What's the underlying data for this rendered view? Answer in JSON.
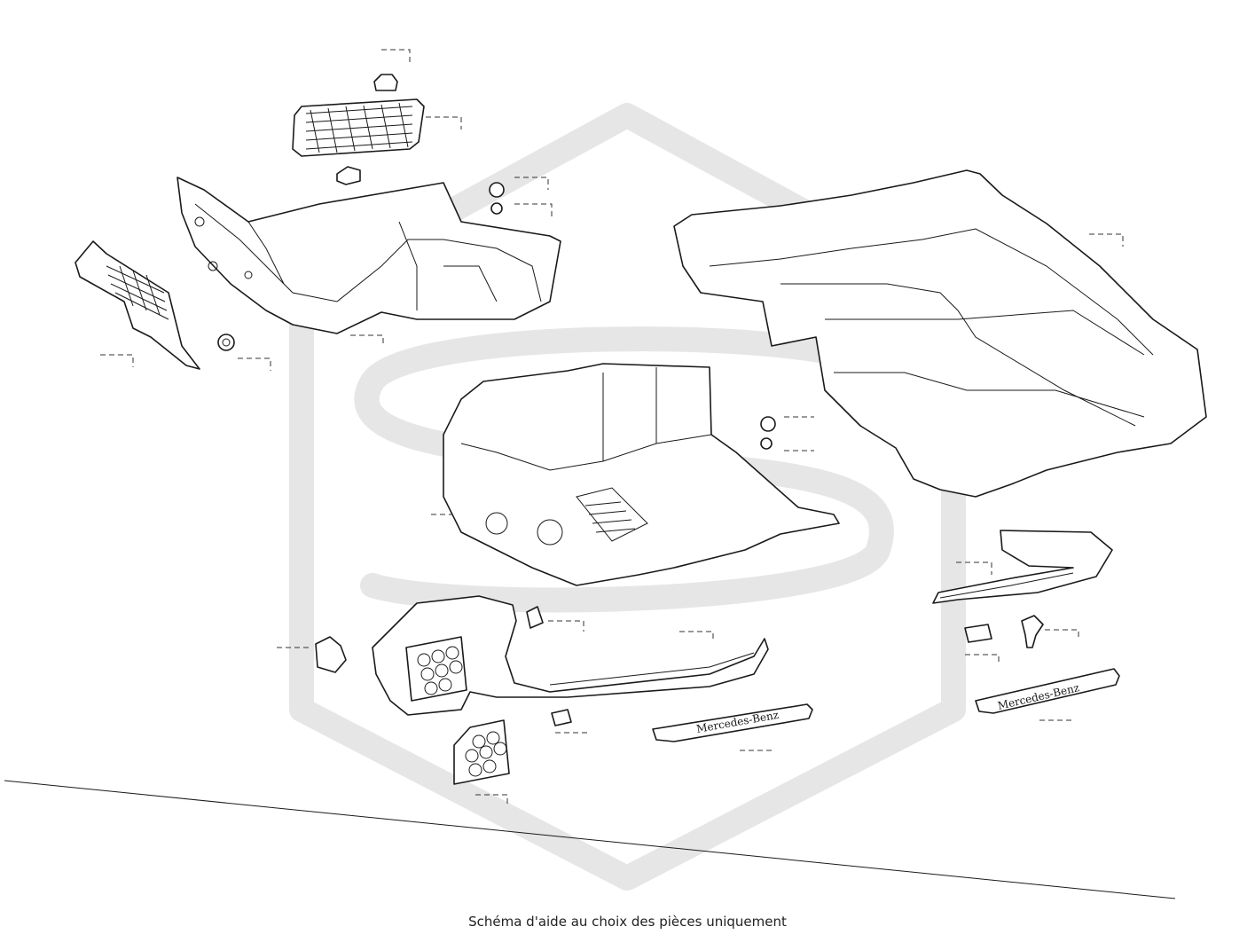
{
  "caption": "Schéma d'aide au choix des pièces uniquement",
  "sill_badges": {
    "front": "Mercedes-Benz",
    "rear": "Mercedes-Benz"
  },
  "colors": {
    "line": "#1a1a1a",
    "watermark": "#e6e6e6",
    "background": "#ffffff"
  }
}
